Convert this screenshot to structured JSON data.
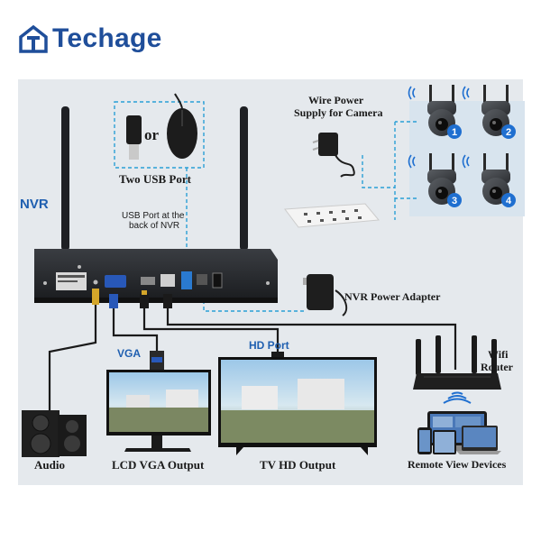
{
  "brand": {
    "name": "Techage",
    "color": "#1f4e9a"
  },
  "labels": {
    "nvr": "NVR",
    "or": "or",
    "two_usb_port": "Two USB Port",
    "usb_back_line1": "USB Port at the",
    "usb_back_line2": "back of NVR",
    "wire_power_line1": "Wire Power",
    "wire_power_line2": "Supply for Camera",
    "nvr_power_adapter": "NVR Power Adapter",
    "vga": "VGA",
    "hd_port": "HD Port",
    "wifi_line1": "Wifi",
    "wifi_line2": "Router",
    "audio": "Audio",
    "lcd_vga_output": "LCD VGA Output",
    "tv_hd_output": "TV HD Output",
    "remote_view_devices": "Remote View Devices"
  },
  "cameras": [
    "1",
    "2",
    "3",
    "4"
  ],
  "colors": {
    "accent": "#1f5fb0",
    "camera_badge": "#1f6fd0",
    "panel": "#e5e9ed",
    "dashed": "#2a9fd6"
  }
}
